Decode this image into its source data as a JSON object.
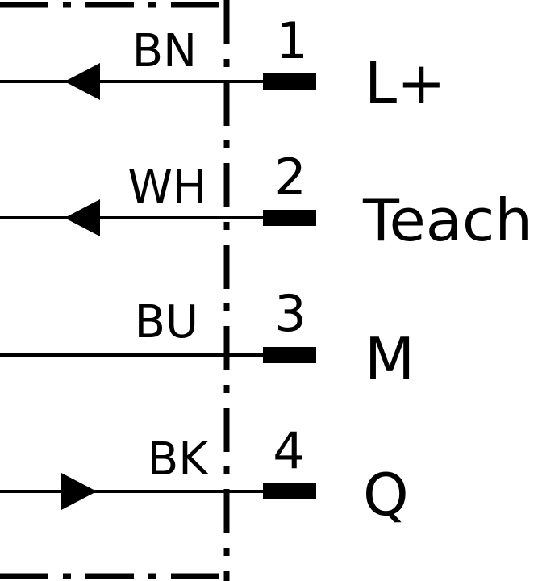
{
  "connections": [
    {
      "pin": "1",
      "color": "BN",
      "signal": "L+",
      "arrow": "left"
    },
    {
      "pin": "2",
      "color": "WH",
      "signal": "Teach",
      "arrow": "left"
    },
    {
      "pin": "3",
      "color": "BU",
      "signal": "M",
      "arrow": "none"
    },
    {
      "pin": "4",
      "color": "BK",
      "signal": "Q",
      "arrow": "right"
    }
  ]
}
